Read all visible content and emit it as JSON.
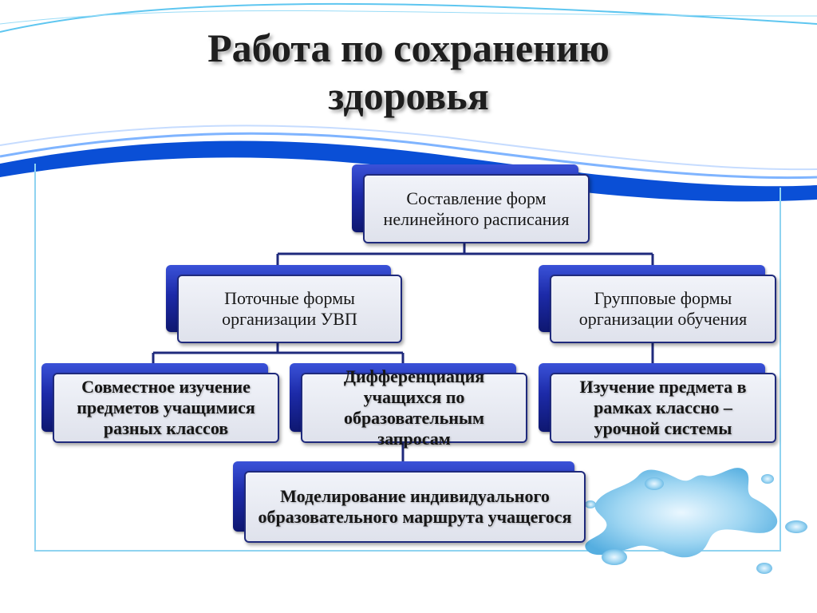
{
  "title_line1": "Работа по сохранению",
  "title_line2": "здоровья",
  "nodes": {
    "root": "Составление форм нелинейного расписания",
    "flow": "Поточные формы организации УВП",
    "group": "Групповые формы организации обучения",
    "joint": "Совместное изучение предметов учащимися разных классов",
    "diff": "Дифференциация учащихся по образовательным запросам",
    "classroom": "Изучение предмета в рамках классно – урочной системы",
    "route": "Моделирование индивидуального образовательного маршрута учащегося"
  },
  "colors": {
    "box_back": "#1c2aa8",
    "box_front": "#e6e9f1",
    "connector": "#1f2a7c",
    "wave": "#0a4fd6"
  }
}
